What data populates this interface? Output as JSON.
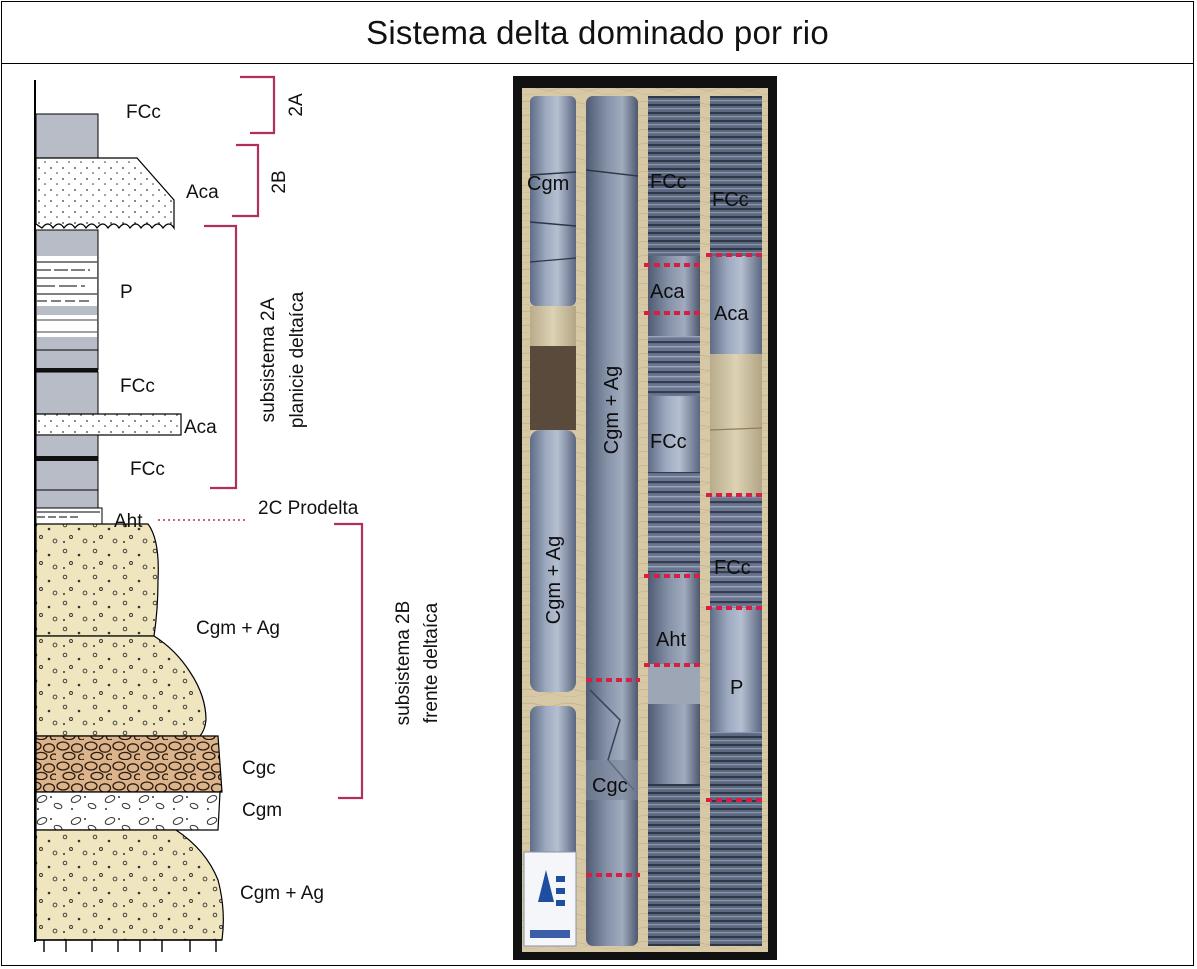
{
  "title": "Sistema delta dominado por rio",
  "column_labels": {
    "fcc_top": "FCc",
    "aca_top": "Aca",
    "p": "P",
    "fcc_mid": "FCc",
    "aca_mid": "Aca",
    "fcc_low": "FCc",
    "aht": "Aht",
    "prodelta": "2C Prodelta",
    "cgm_ag_1": "Cgm + Ag",
    "cgc": "Cgc",
    "cgm": "Cgm",
    "cgm_ag_2": "Cgm + Ag"
  },
  "brackets": {
    "b2a_small": "2A",
    "b2b_small": "2B",
    "sub2a_line1": "subsistema 2A",
    "sub2a_line2": "planicie deltaíca",
    "sub2b_line1": "subsistema 2B",
    "sub2b_line2": "frente deltaíca"
  },
  "core_labels": {
    "c1_cgm": "Cgm",
    "c1_cgm_ag": "Cgm + Ag",
    "c2_cgm_ag": "Cgm + Ag",
    "c2_cgc": "Cgc",
    "c3_fcc_a": "FCc",
    "c3_aca": "Aca",
    "c3_fcc_b": "FCc",
    "c3_aht": "Aht",
    "c4_fcc_a": "FCc",
    "c4_aca": "Aca",
    "c4_fcc_b": "FCc",
    "c4_p": "P"
  },
  "colors": {
    "bracket": "#b0305a",
    "dash": "#d42045",
    "mud_gray": "#b7bcc6",
    "sand_yellow": "#efe6c0",
    "cgc_orange": "#dcb48c",
    "box_frame": "#111111",
    "core_blue": "#8d9cb8",
    "box_wood": "#d8c9a6"
  }
}
